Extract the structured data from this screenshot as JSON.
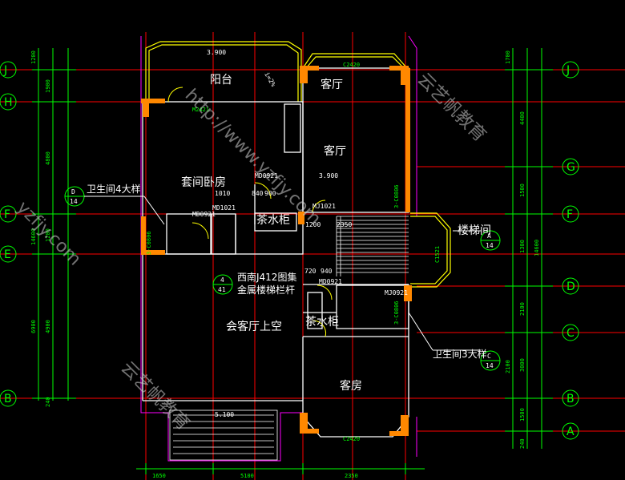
{
  "colors": {
    "background": "#000000",
    "wall": "#ffffff",
    "column": "#ff8800",
    "axis": "#ff0000",
    "dimension": "#00ff00",
    "balcony": "#ffff00",
    "stair": "#ffffff",
    "boundary": "#ff00ff",
    "watermark": "#cfcfcf"
  },
  "rooms": {
    "balcony": "阳台",
    "living": "客厅",
    "suite_bedroom": "套间卧房",
    "tea_cabinet_1": "茶水柜",
    "tea_cabinet_2": "茶水柜",
    "stairwell": "楼梯间",
    "hall_void": "会客厅上空",
    "guest_room": "客房"
  },
  "notes": {
    "bath4": "卫生间4大样",
    "bath3": "卫生间3大样",
    "railing_line1": "西南J412图集",
    "railing_line2": "金属楼梯栏杆",
    "detail_d_top": "D",
    "detail_d_bottom": "14",
    "detail_a_top": "A",
    "detail_a_bottom": "14",
    "detail_c_top": "C",
    "detail_c_bottom": "14",
    "detail_4_top": "4",
    "detail_4_bottom": "41"
  },
  "labels": {
    "m2421": "M2421",
    "md0921a": "MD0921",
    "md1021": "MD1021",
    "md0921b": "MD0921",
    "mj1021": "MJ1021",
    "md0921c": "MD0921",
    "mj0921": "MJ0921",
    "c2420_top": "C2420",
    "c2420_bot": "C2420",
    "c0806a": "3-C0806",
    "c0806b": "3-C0806",
    "c0806c": "3-C0806",
    "c1521": "C1521",
    "elev_balcony": "3.900",
    "elev_living": "3.900",
    "elev_bottom": "5.100",
    "slope": "i=2%",
    "dim_1010": "1010",
    "dim_840": "840",
    "dim_900": "900",
    "dim_720": "720",
    "dim_940": "940",
    "dim_1200": "1200",
    "dim_2350": "2350"
  },
  "axes_left": [
    "J",
    "H",
    "F",
    "E",
    "B"
  ],
  "axes_right": [
    "J",
    "G",
    "F",
    "D",
    "C",
    "B",
    "A"
  ],
  "dims_left": [
    "1200",
    "1900",
    "4800",
    "1200",
    "14600",
    "4900",
    "6900",
    "240"
  ],
  "dims_right": [
    "1700",
    "4400",
    "1500",
    "14600",
    "1300",
    "2100",
    "3000",
    "2100",
    "1500",
    "240"
  ],
  "dims_bottom": [
    "1650",
    "5100",
    "2350"
  ],
  "watermarks": [
    "http://www.yzfjy.com",
    "云艺帆教育",
    "yzfjy.com",
    "云艺帆教育"
  ]
}
